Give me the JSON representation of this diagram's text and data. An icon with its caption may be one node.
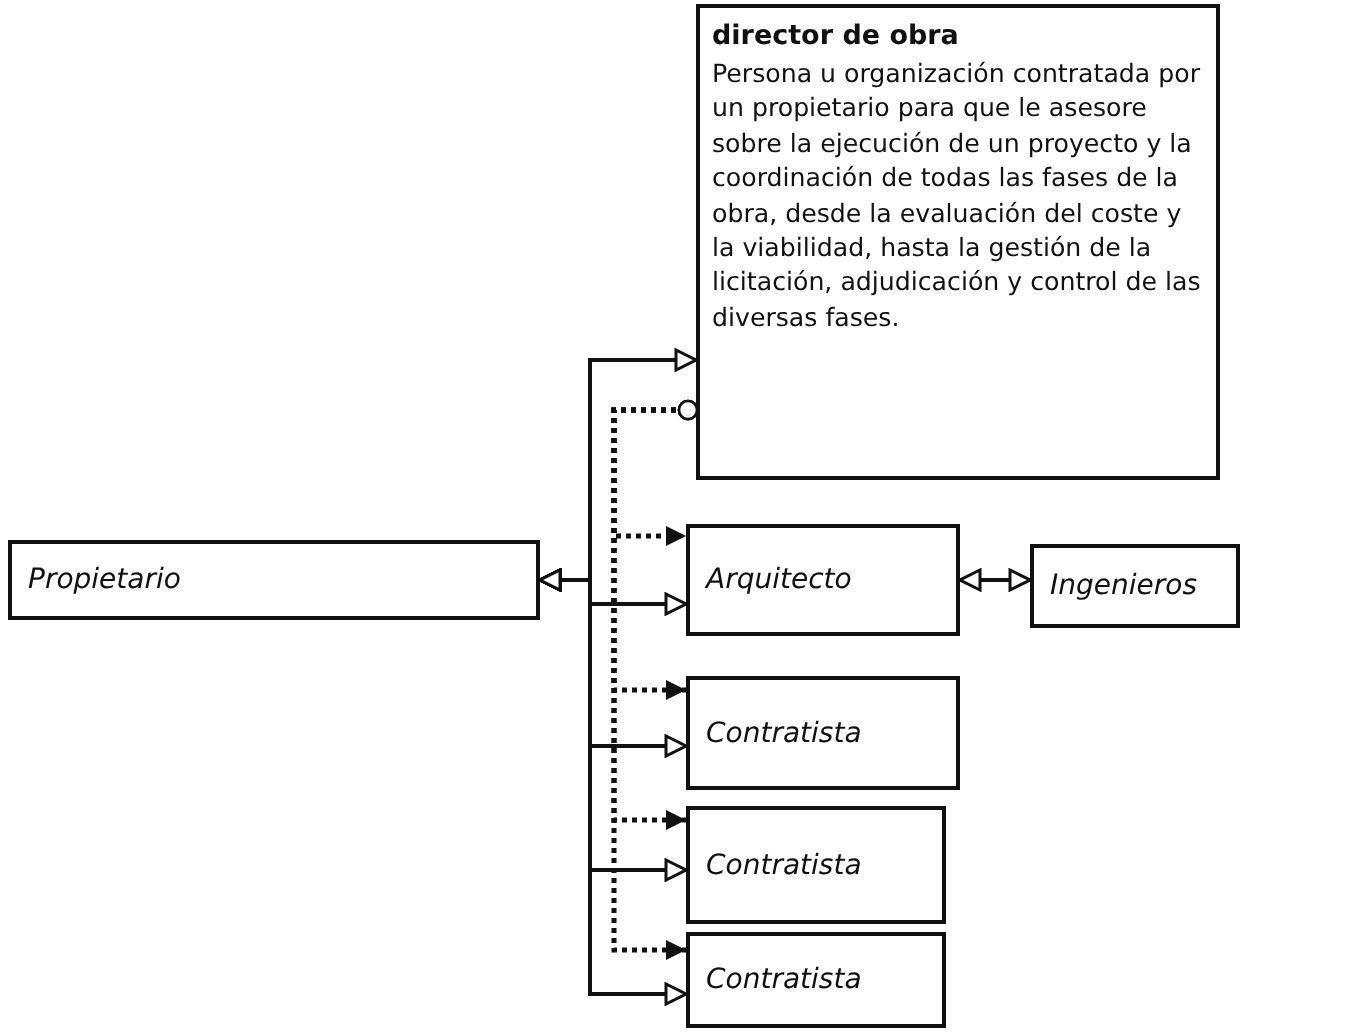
{
  "diagram": {
    "nodes": [
      {
        "text": [
          "director de obra",
          "Persona u organización contratada por un propietario para que le asesore sobre la ejecución de un proyecto y la coordinación de todas las fases de la obra, desde la evaluación del coste y la viabilidad, hasta la gestión de la licitación, adjudicación y control de las diversas fases."
        ]
      },
      {
        "text": [
          "Propietario"
        ]
      },
      {
        "text": [
          "Arquitecto"
        ]
      },
      {
        "text": [
          "Ingenieros"
        ]
      },
      {
        "text": [
          "Contratista"
        ]
      },
      {
        "text": [
          "Contratista"
        ]
      },
      {
        "text": [
          "Contratista"
        ]
      }
    ],
    "edges": [
      {
        "from": 1,
        "to": 0,
        "arrow": "both"
      },
      {
        "from": 1,
        "to": 2,
        "arrow": "both"
      },
      {
        "from": 1,
        "to": 4,
        "arrow": "both"
      },
      {
        "from": 1,
        "to": 5,
        "arrow": "both"
      },
      {
        "from": 1,
        "to": 6,
        "arrow": "both"
      },
      {
        "from": 0,
        "to": 2,
        "arrow": "to",
        "style": "dashed"
      },
      {
        "from": 0,
        "to": 4,
        "arrow": "to",
        "style": "dashed"
      },
      {
        "from": 0,
        "to": 5,
        "arrow": "to",
        "style": "dashed"
      },
      {
        "from": 0,
        "to": 6,
        "arrow": "to",
        "style": "dashed"
      },
      {
        "from": 2,
        "to": 3,
        "arrow": "both"
      }
    ]
  }
}
